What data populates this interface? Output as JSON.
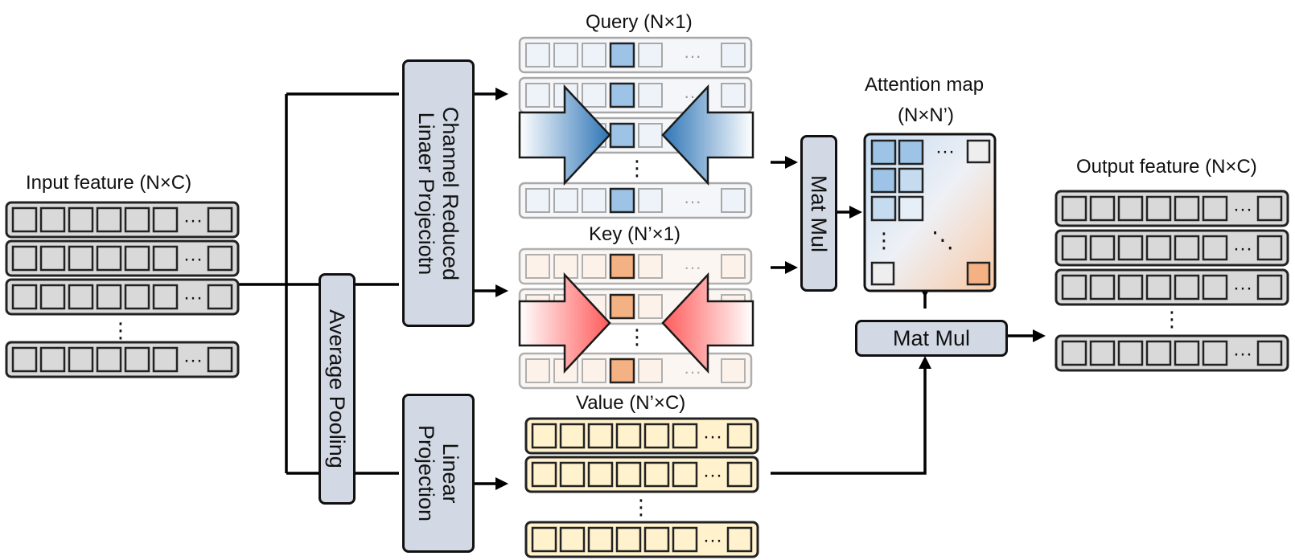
{
  "labels": {
    "input_feature": "Input feature (N×C)",
    "query": "Query (N×1)",
    "key": "Key (N’×1)",
    "value": "Value (N’×C)",
    "attention_map_line1": "Attention map",
    "attention_map_line2": "(N×N’)",
    "output_feature": "Output feature (N×C)"
  },
  "blocks": {
    "channel_reduced": "Channel Reduced\nLinaer Projeciotn",
    "average_pooling": "Average Pooling",
    "linear_projection": "Linear\nProjection",
    "mat_mul_vertical": "Mat Mul",
    "mat_mul_horizontal": "Mat Mul"
  },
  "glyphs": {
    "ellipsis_h": "···",
    "ellipsis_v": "⋮",
    "ellipsis_diag": "⋱"
  },
  "colors": {
    "block_fill": "#d2d9e4",
    "gray_cell": "#d9d9d9",
    "query_cell": "#9dc3e6",
    "key_cell": "#f4b183",
    "value_row": "#fff2cc",
    "query_arrow": "#2e75b6",
    "key_arrow": "#ff6b6b"
  }
}
